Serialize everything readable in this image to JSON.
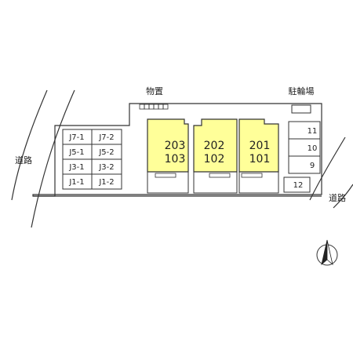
{
  "labels": {
    "storage": "物置",
    "bike_parking": "駐輪場",
    "road_left": "道路",
    "road_right": "道路"
  },
  "parking_lots": [
    "J7-1",
    "J7-2",
    "J5-1",
    "J5-2",
    "J3-1",
    "J3-2",
    "J1-1",
    "J1-2"
  ],
  "right_parking": [
    "11",
    "10",
    "9",
    "12"
  ],
  "buildings": [
    {
      "upper": "203",
      "lower": "103"
    },
    {
      "upper": "202",
      "lower": "102"
    },
    {
      "upper": "201",
      "lower": "101"
    }
  ],
  "colors": {
    "building_fill": "#ffff99",
    "line": "#333333"
  },
  "icons": {
    "compass": "north-arrow-icon"
  }
}
